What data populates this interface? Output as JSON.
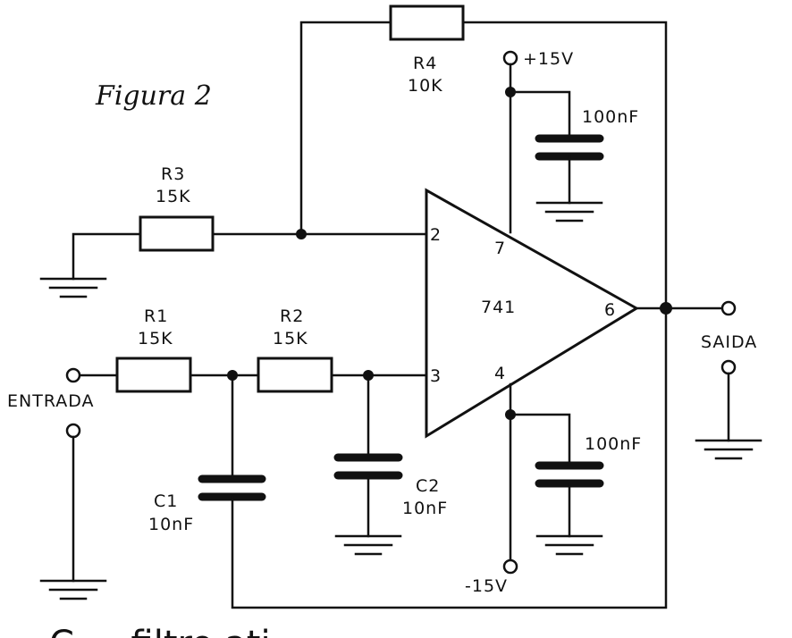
{
  "figure": {
    "title": "Figura 2"
  },
  "opamp": {
    "name": "741",
    "pin_inv": "2",
    "pin_noninv": "3",
    "pin_vplus": "7",
    "pin_vminus": "4",
    "pin_out": "6"
  },
  "resistors": {
    "r1": {
      "ref": "R1",
      "value": "15K"
    },
    "r2": {
      "ref": "R2",
      "value": "15K"
    },
    "r3": {
      "ref": "R3",
      "value": "15K"
    },
    "r4": {
      "ref": "R4",
      "value": "10K"
    }
  },
  "capacitors": {
    "c1": {
      "ref": "C1",
      "value": "10nF"
    },
    "c2": {
      "ref": "C2",
      "value": "10nF"
    },
    "bypass_top": {
      "value": "100nF"
    },
    "bypass_bottom": {
      "value": "100nF"
    }
  },
  "supply": {
    "positive": "+15V",
    "negative": "-15V"
  },
  "io": {
    "input": "ENTRADA",
    "output": "SAIDA"
  },
  "caption_fragment": "C   ...   filtro  ati"
}
